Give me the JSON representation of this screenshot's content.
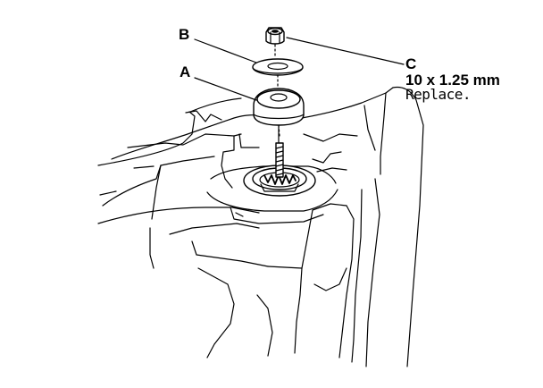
{
  "labels": {
    "a": "A",
    "b": "B",
    "c": "C"
  },
  "spec": {
    "size": "10 x 1.25 mm",
    "note": "Replace."
  }
}
